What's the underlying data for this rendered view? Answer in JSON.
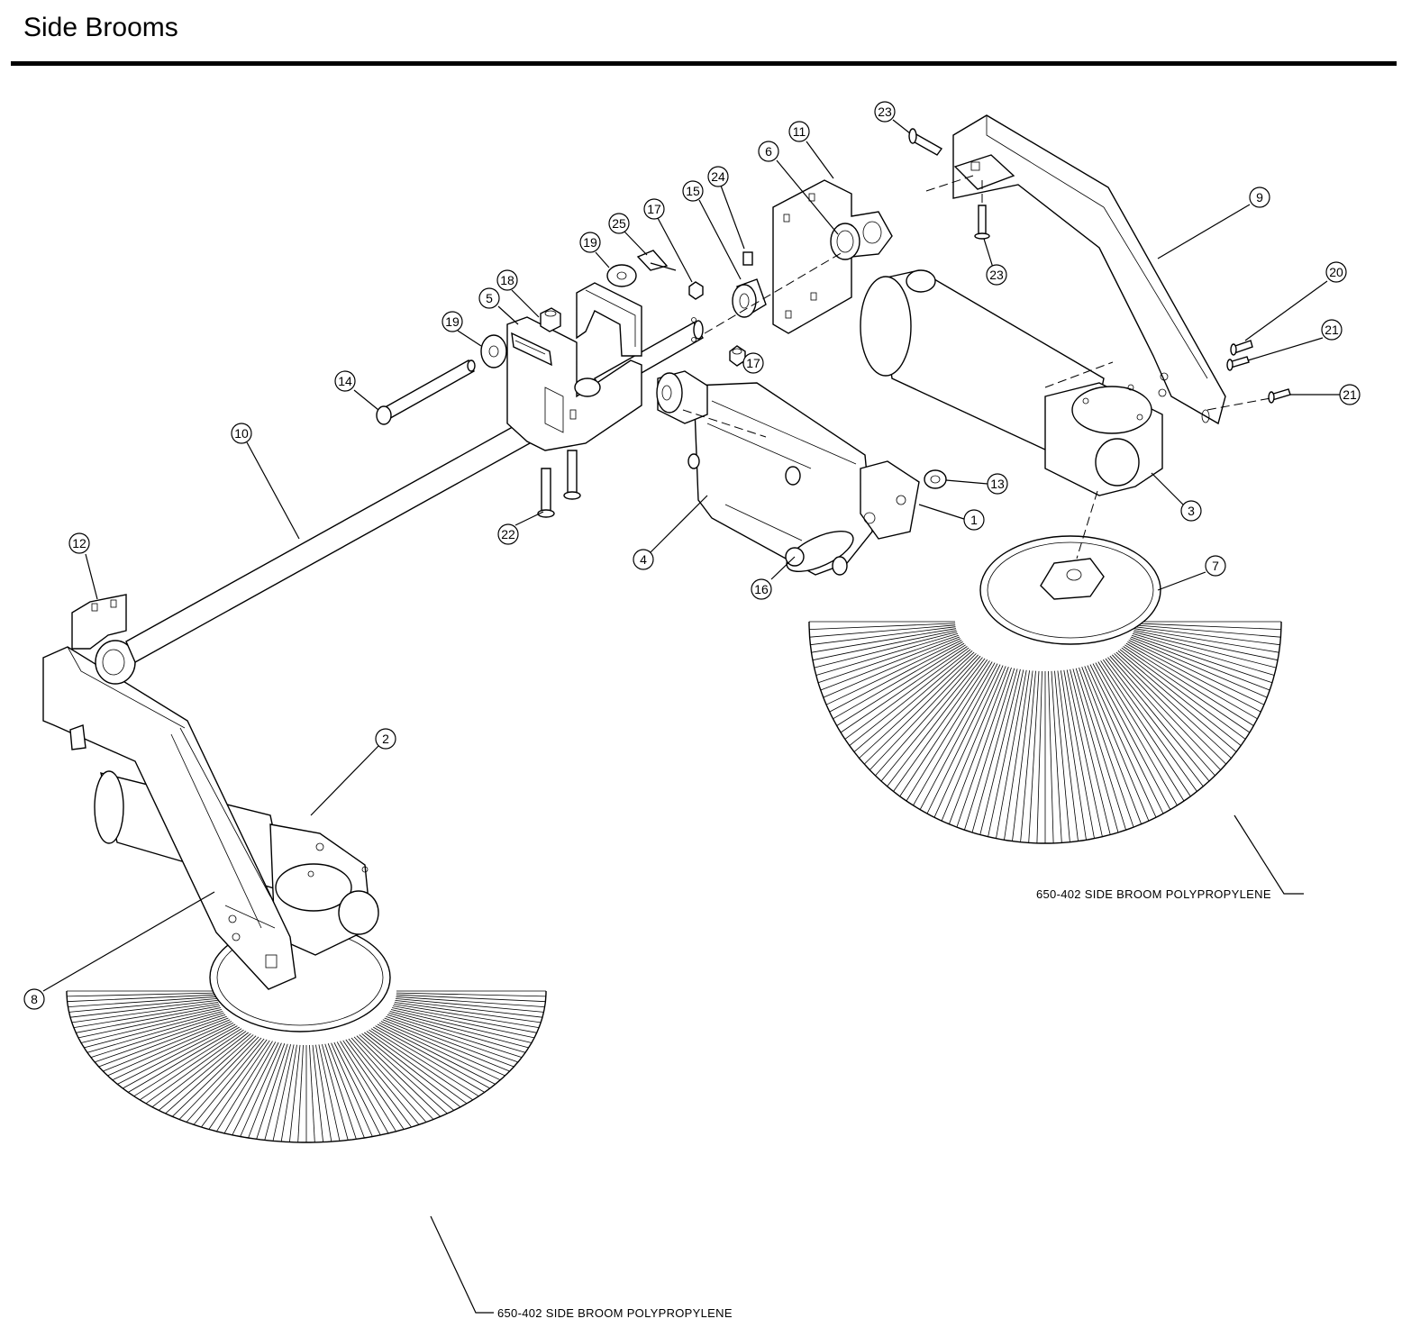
{
  "page": {
    "title": "Side Brooms"
  },
  "callouts": {
    "c1": "1",
    "c2": "2",
    "c3": "3",
    "c4": "4",
    "c5": "5",
    "c6": "6",
    "c7": "7",
    "c8": "8",
    "c9": "9",
    "c10": "10",
    "c11": "11",
    "c12": "12",
    "c13": "13",
    "c14": "14",
    "c15": "15",
    "c16": "16",
    "c17a": "17",
    "c17b": "17",
    "c18": "18",
    "c19a": "19",
    "c19b": "19",
    "c20": "20",
    "c21a": "21",
    "c21b": "21",
    "c22": "22",
    "c23a": "23",
    "c23b": "23",
    "c24": "24",
    "c25": "25"
  },
  "notes": {
    "broom_right": "650-402 SIDE BROOM POLYPROPYLENE",
    "broom_left": "650-402 SIDE BROOM POLYPROPYLENE"
  }
}
